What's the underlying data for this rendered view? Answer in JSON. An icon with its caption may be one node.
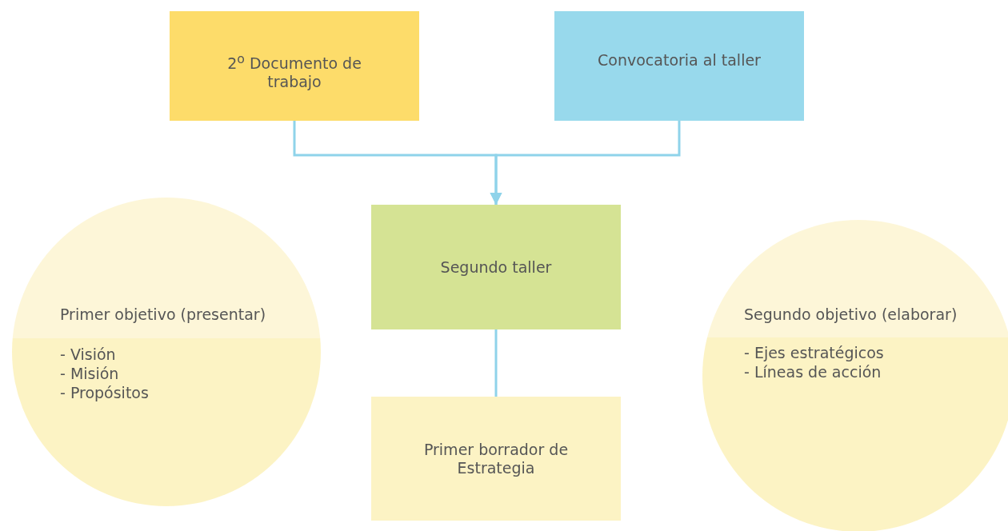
{
  "diagram": {
    "nodes": [
      {
        "text": [
          "2$^{o}$ Documento de trabajo"
        ]
      },
      {
        "text": [
          "Convocatoria al taller"
        ]
      },
      {
        "text": [
          "Primer objetivo (presentar)",
          "- Visión - Misión - Propósitos"
        ]
      },
      {
        "text": [
          "Segundo taller"
        ]
      },
      {
        "text": [
          "Segundo objetivo (elaborar)",
          "- Ejes estratégicos - Líneas de acción"
        ]
      },
      {
        "text": [
          "Primer borrador de Estrategia"
        ]
      }
    ],
    "edges": [
      {
        "from": 0,
        "to": 3,
        "arrow": "to"
      },
      {
        "from": 1,
        "to": 3,
        "arrow": "to"
      },
      {
        "from": 3,
        "to": 5,
        "arrow": "none"
      }
    ]
  }
}
